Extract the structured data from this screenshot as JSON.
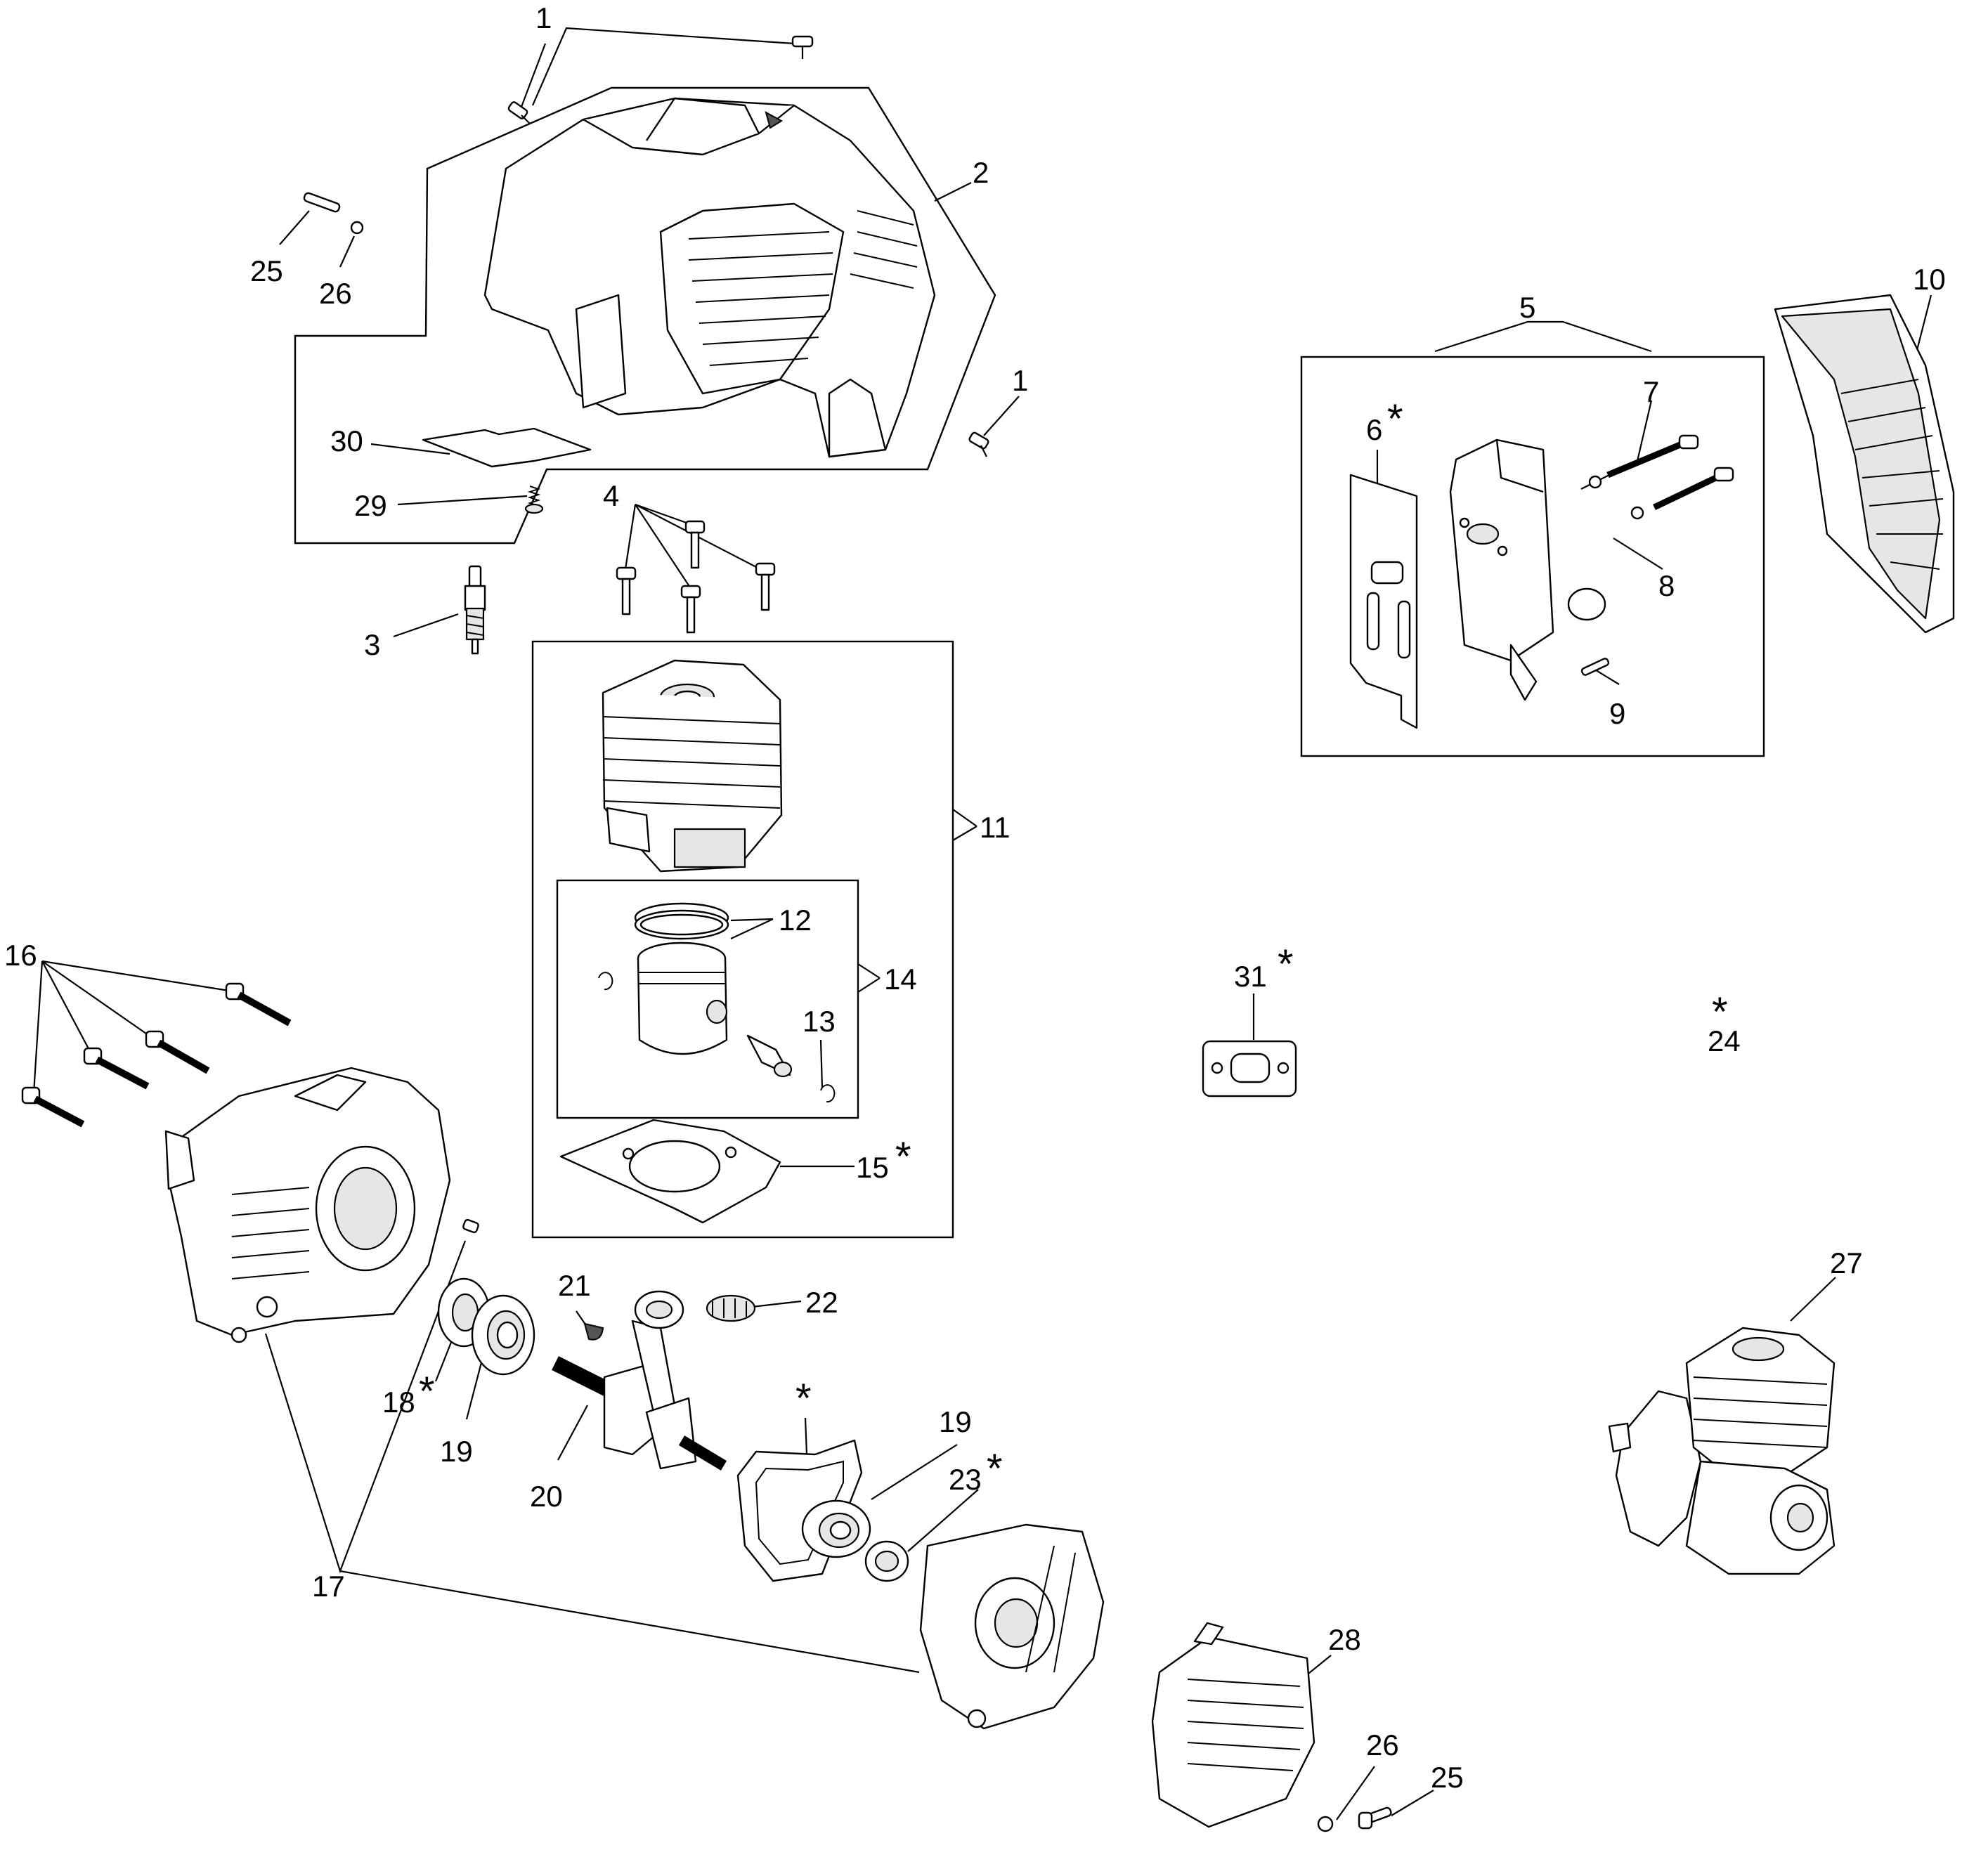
{
  "callouts": {
    "c1a": "1",
    "c1b": "1",
    "c2": "2",
    "c3": "3",
    "c4": "4",
    "c5": "5",
    "c6": "6",
    "c7": "7",
    "c8": "8",
    "c9": "9",
    "c10": "10",
    "c11": "11",
    "c12": "12",
    "c13": "13",
    "c14": "14",
    "c15": "15",
    "c16": "16",
    "c17": "17",
    "c18": "18",
    "c19a": "19",
    "c19b": "19",
    "c20": "20",
    "c21": "21",
    "c22": "22",
    "c23": "23",
    "c24": "24",
    "c25a": "25",
    "c25b": "25",
    "c26a": "26",
    "c26b": "26",
    "c27": "27",
    "c28": "28",
    "c29": "29",
    "c30": "30",
    "c31": "31"
  },
  "marks": {
    "star6": "*",
    "star15": "*",
    "star18": "*",
    "star23": "*",
    "star24": "*",
    "star31": "*",
    "star_gasket": "*"
  }
}
